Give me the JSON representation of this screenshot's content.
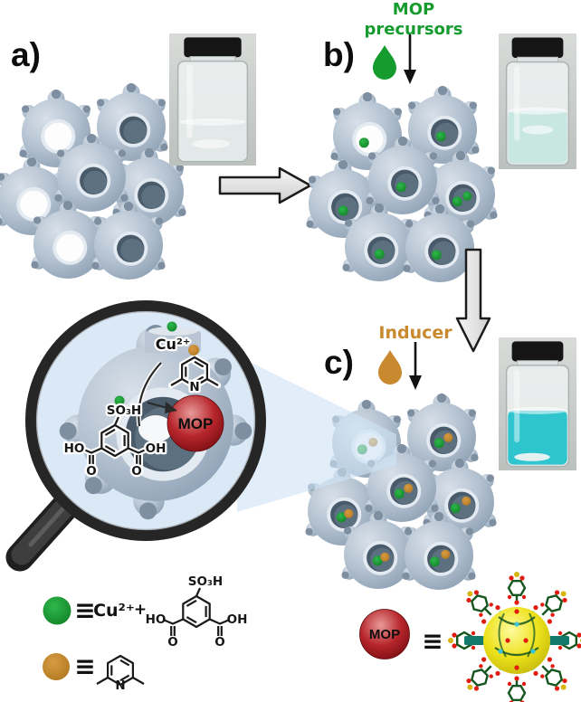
{
  "panels": {
    "a": {
      "label": "a)"
    },
    "b": {
      "label": "b)",
      "annotation_line1": "MOP",
      "annotation_line2": "precursors"
    },
    "c": {
      "label": "c)",
      "annotation": "Inducer"
    }
  },
  "magnifier": {
    "cu_label": "Cu²⁺",
    "mop_label": "MOP",
    "acid": {
      "so3h": "SO₃H",
      "ho": "HO",
      "oh": "OH",
      "o_left": "O",
      "o_right": "O"
    },
    "lutidine_n": "N"
  },
  "legend": {
    "equiv": "≡",
    "cu_label": "Cu²⁺",
    "plus": "+",
    "acid": {
      "so3h": "SO₃H",
      "ho": "HO",
      "oh": "OH",
      "o_left": "O",
      "o_right": "O"
    },
    "lutidine_n": "N",
    "mop_label": "MOP"
  },
  "clusters": {
    "a": {
      "dot_colors": []
    },
    "b": {
      "dot_colors": [
        "green"
      ]
    },
    "c": {
      "dot_colors": [
        "green",
        "orange"
      ]
    }
  },
  "vials": {
    "a": {
      "liquid_color": "#e3e9e8",
      "fill_level": 0.3
    },
    "b": {
      "liquid_color": "#c9e7e1",
      "fill_level": 0.4
    },
    "c": {
      "liquid_color": "#2ec5ce",
      "fill_level": 0.42
    }
  },
  "colors": {
    "green": "#169b2e",
    "orange": "#c8892f",
    "cage_light": "#d8e0e9",
    "cage_mid": "#b3c1d0",
    "cage_dark": "#8da0b4",
    "window_rim": "#e4eaf1",
    "window_interior": "#495a6a",
    "window_inner": "#5d7080",
    "nub_opening": "#7e8fa1",
    "lens_blue": "#dbe9f7",
    "beam_blue": "#cfe4f6",
    "mop_red_light": "#e89a9a",
    "mop_red": "#b6262b",
    "mop_red_dark": "#7a0d12",
    "crystal_green": "#15551e",
    "crystal_red": "#e01c10",
    "crystal_cyan": "#3ec6d8",
    "crystal_sulfur": "#d8b50c",
    "crystal_yellow": "#e8dd15",
    "arrow_fill_light": "#f6f6f6",
    "arrow_fill_dark": "#cfcfcf",
    "cap_black": "#151515"
  }
}
